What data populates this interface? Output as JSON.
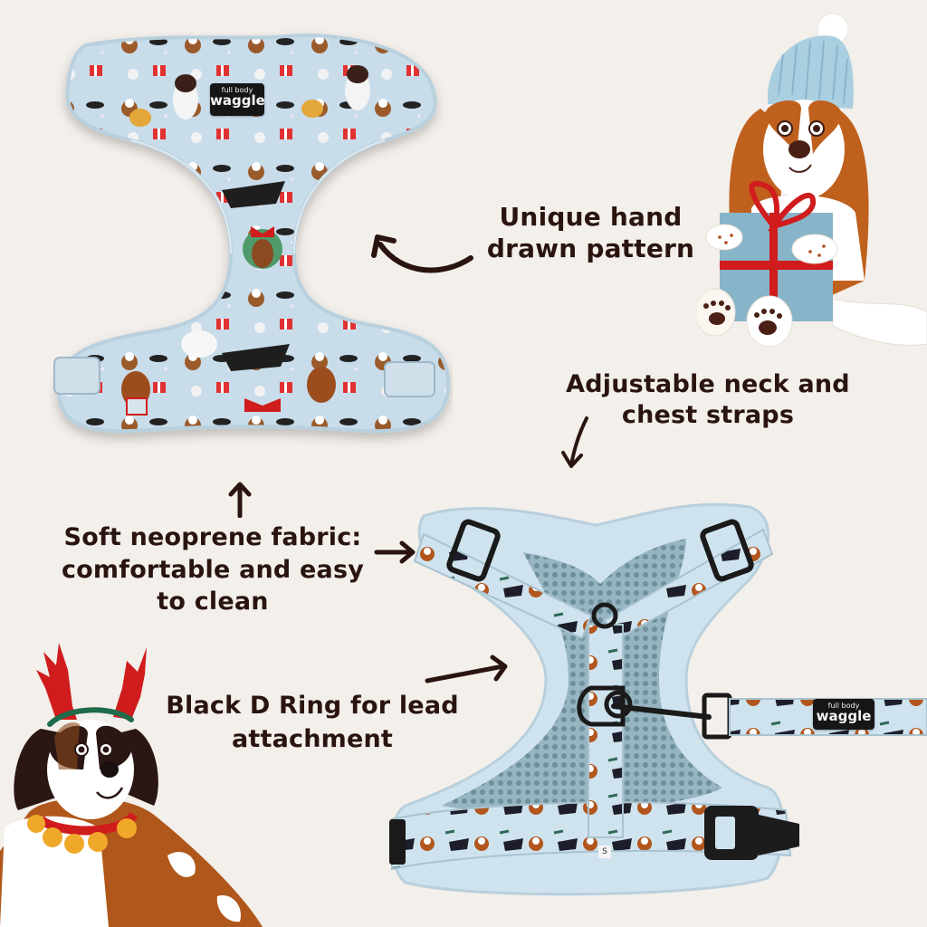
{
  "colors": {
    "background": "#f3efeb",
    "text": "#2a1410",
    "harness_fabric": "#c6dbe8",
    "harness_mesh": "#8fb0bc",
    "hardware_black": "#1a1a1a",
    "accent_red": "#d01c1c",
    "dog_brown": "#b0581c",
    "hat_blue": "#a9cfe0",
    "gift_blue": "#87b4c9"
  },
  "captions": {
    "pattern": {
      "line1": "Unique hand",
      "line2": "drawn pattern"
    },
    "straps": {
      "line1": "Adjustable neck and",
      "line2": "chest straps"
    },
    "fabric": {
      "line1": "Soft neoprene fabric:",
      "line2": "comfortable and easy",
      "line3": "to clean"
    },
    "d_ring": {
      "line1": "Black D Ring for lead",
      "line2": "attachment"
    }
  },
  "brand_tags": {
    "top_harness": {
      "small": "full body",
      "big": "waggle"
    },
    "lead": {
      "small": "full body",
      "big": "waggle"
    }
  },
  "size_label": "S",
  "icons": {
    "arrow_pattern": "curved-arrow-left",
    "arrow_straps": "arrow-down",
    "arrow_fabric_up": "arrow-up",
    "arrow_fabric_right": "arrow-right",
    "arrow_d_ring": "arrow-right"
  }
}
